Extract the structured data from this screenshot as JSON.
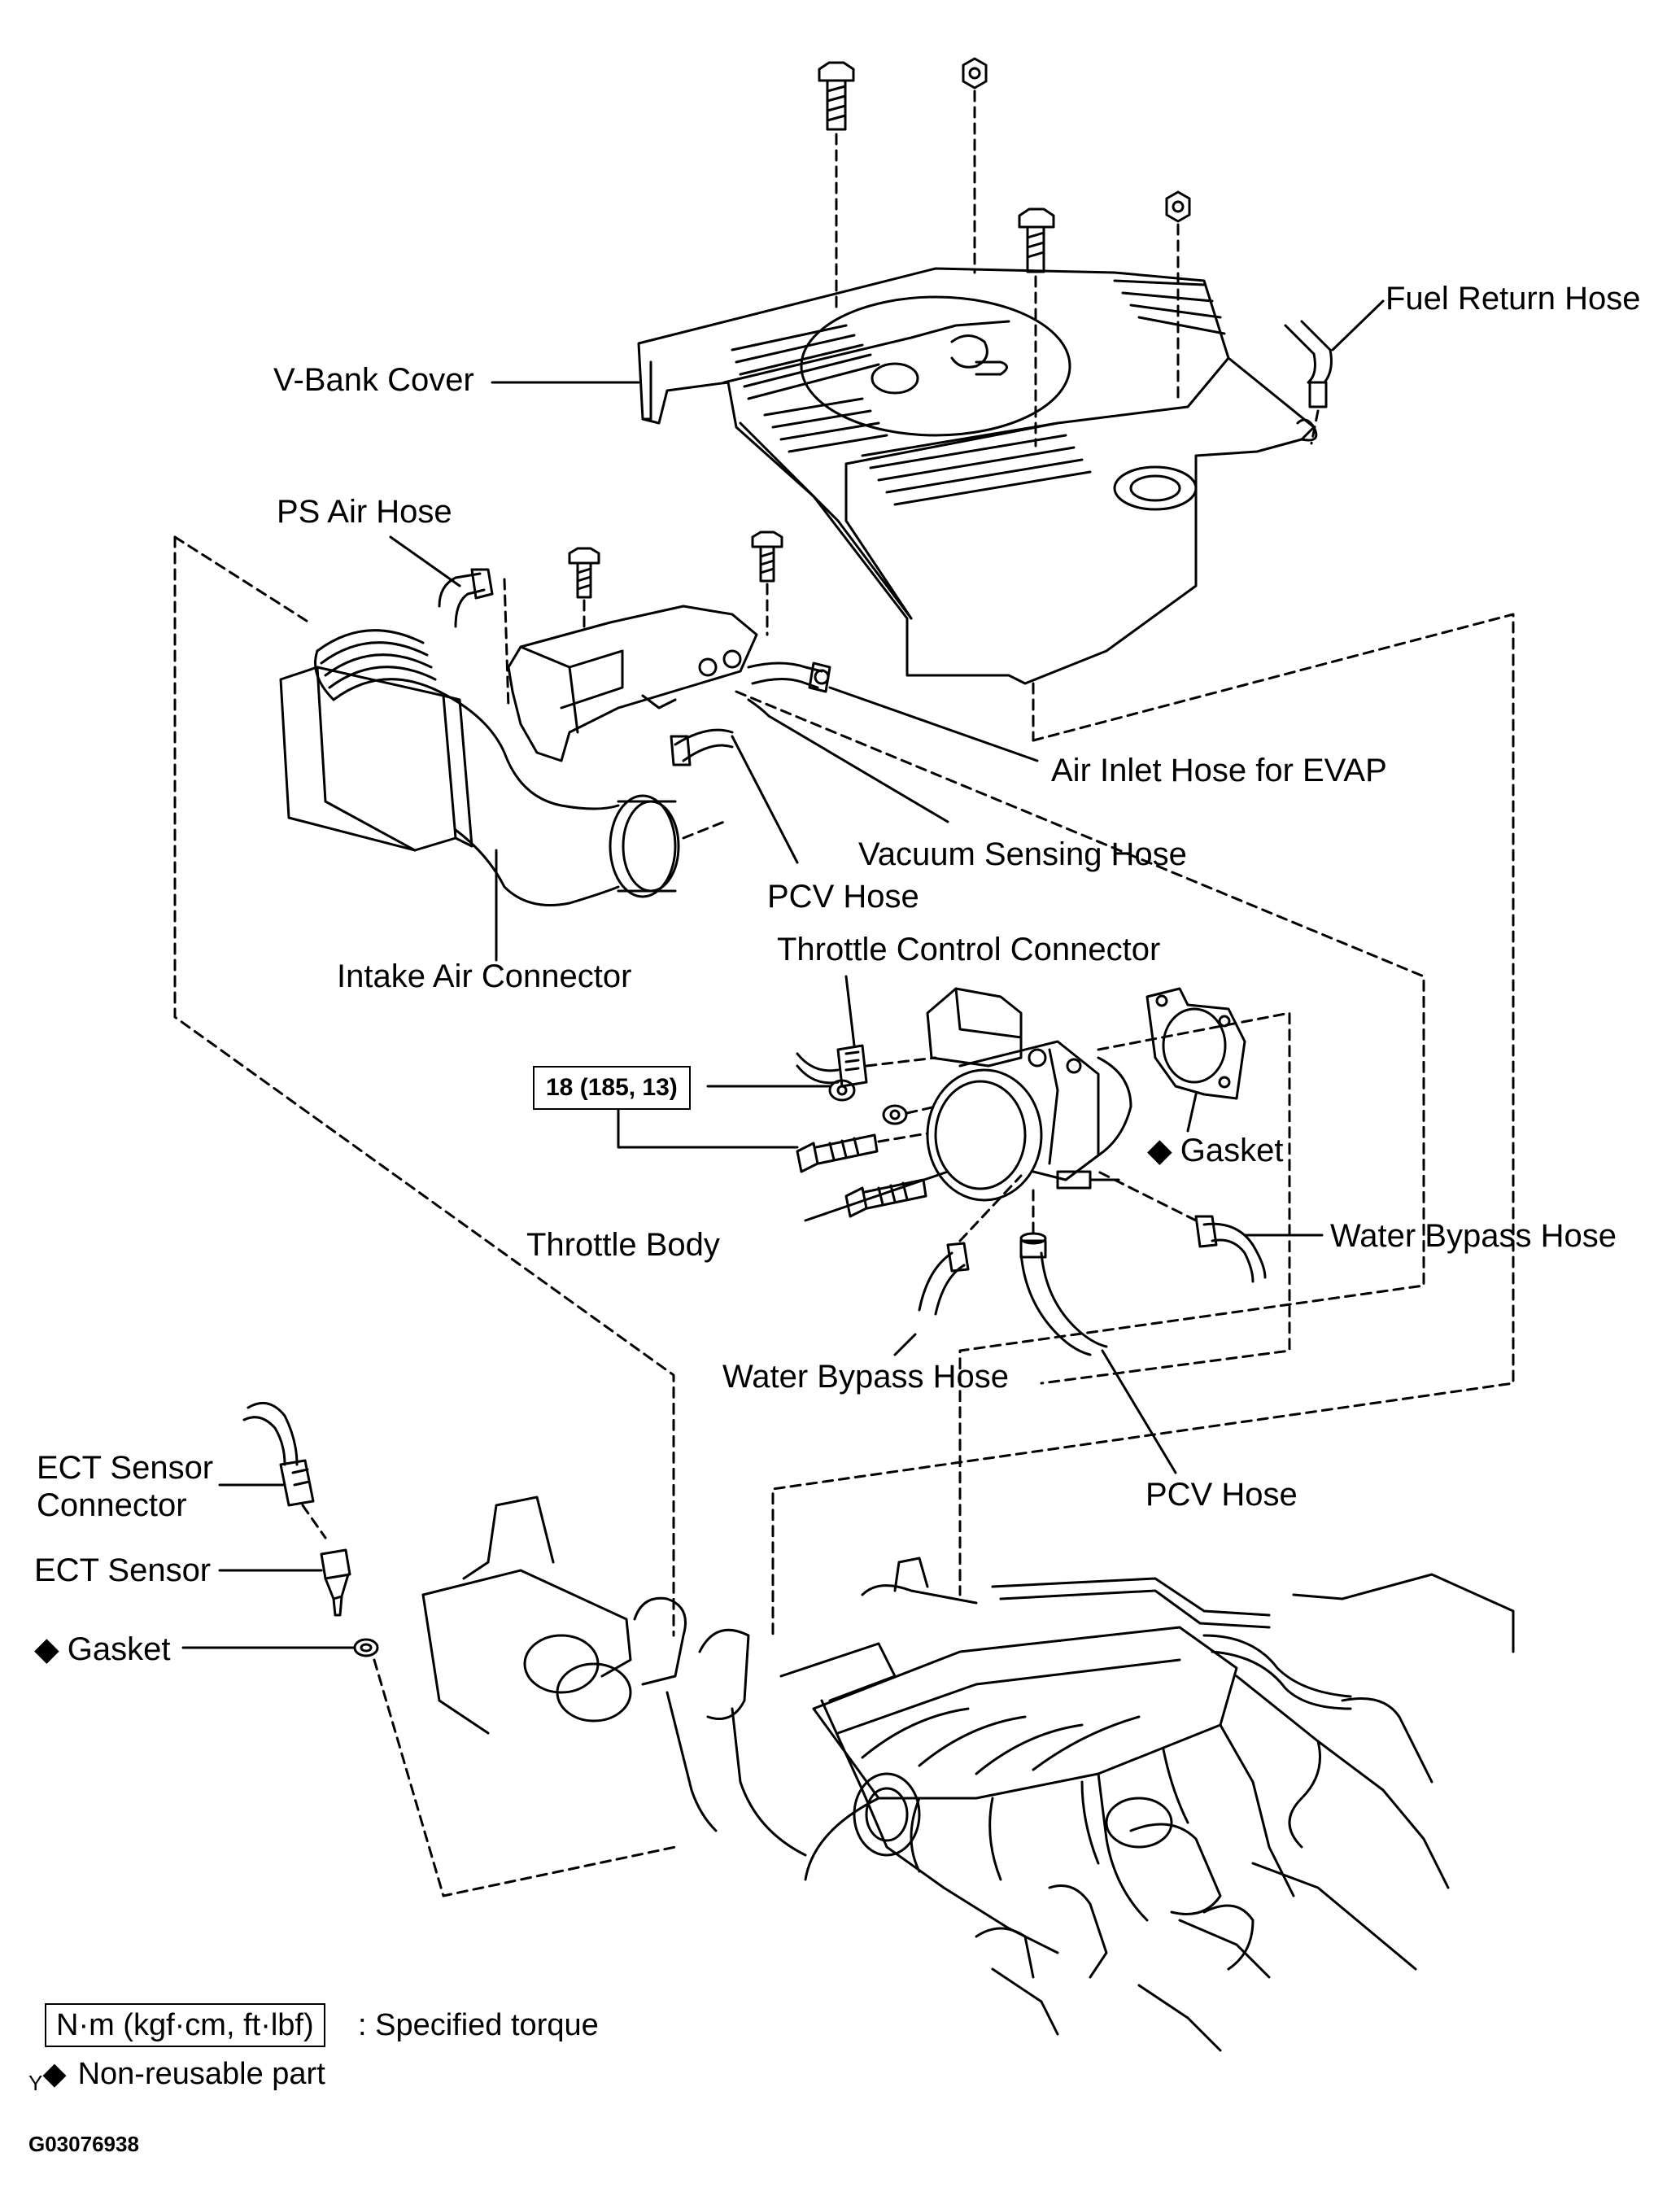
{
  "labels": {
    "fuel_return_hose": "Fuel Return Hose",
    "v_bank_cover": "V-Bank  Cover",
    "ps_air_hose": "PS Air Hose",
    "air_inlet_hose_evap": "Air Inlet Hose for EVAP",
    "vacuum_sensing_hose": "Vacuum Sensing Hose",
    "pcv_hose_upper": "PCV Hose",
    "intake_air_connector": "Intake Air Connector",
    "throttle_control_connector": "Throttle Control Connector",
    "gasket_throttle": "Gasket",
    "throttle_body": "Throttle Body",
    "water_bypass_hose_right": "Water Bypass Hose",
    "water_bypass_hose_center": "Water Bypass Hose",
    "pcv_hose_lower": "PCV Hose",
    "ect_sensor_connector_line1": "ECT Sensor",
    "ect_sensor_connector_line2": "Connector",
    "ect_sensor": "ECT Sensor",
    "gasket_ect": "Gasket"
  },
  "torque_spec": "18 (185, 13)",
  "legend": {
    "torque_unit_box": "N·m (kgf·cm, ft·lbf)",
    "torque_meaning": ": Specified torque",
    "nonreusable_symbol": "◆",
    "nonreusable_meaning": "Non-reusable part",
    "nonreusable_prefix": "Y"
  },
  "diamond_symbol": "◆",
  "figure_code": "G03076938"
}
